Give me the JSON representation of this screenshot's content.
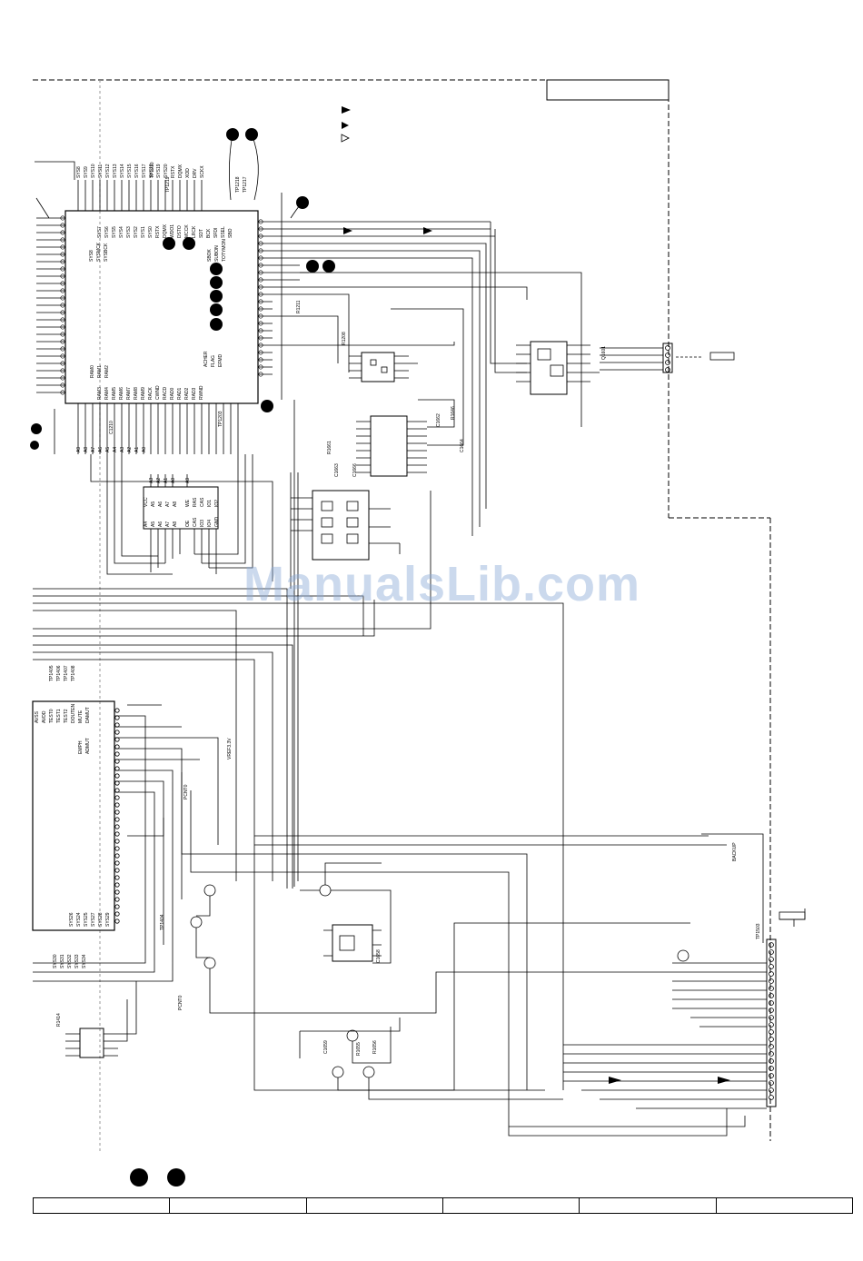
{
  "watermark": "ManualsLib.com",
  "ic_main": {
    "top_pins": [
      "SYS8",
      "SYS9",
      "SYS10",
      "SYS11",
      "SYS12",
      "SYS13",
      "SYS14",
      "SYS15",
      "SYS16",
      "SYS17",
      "SYS18",
      "SYS19",
      "SYS20",
      "RSTX",
      "DQMX",
      "XOD",
      "DRV",
      "SCKX"
    ],
    "inner_top": [
      "SYS7",
      "SYS6",
      "SYS5",
      "SYS4",
      "SYS3",
      "SYS2",
      "SYS1",
      "SYS0",
      "RSTX",
      "DQMX",
      "WDO1",
      "DSTO",
      "MCCK",
      "LRCK",
      "SDT",
      "BCK",
      "SFDI",
      "SSEL",
      "SBO"
    ],
    "inner_left": [
      "SYS8",
      "SYSMCK",
      "SYSBCK"
    ],
    "inner_right": [
      "SBOK",
      "SUBON",
      "TOTYMON"
    ],
    "inner_bottom_left": [
      "RAM0",
      "RAM1",
      "RAM2"
    ],
    "inner_bottom": [
      "RAM3",
      "RAM4",
      "RAM5",
      "RAM6",
      "RAM7",
      "RAM8",
      "RAM9",
      "RACK",
      "CWND",
      "RACD",
      "RAD0",
      "RAD1",
      "RAD2",
      "RAD3",
      "RWND"
    ],
    "inner_bottom_right": [
      "ACHER",
      "FLAG",
      "EFMD"
    ],
    "bottom_pins": [
      "A9",
      "A8",
      "A7",
      "A6",
      "A5",
      "A4",
      "A3",
      "A2",
      "A1",
      "A0"
    ],
    "ref_labels": [
      "TP1218",
      "TP1217",
      "TP1210",
      "TP1219",
      "TP1203"
    ]
  },
  "ic_ram": {
    "top": [
      "A3",
      "A2",
      "A1",
      "A0",
      "A9"
    ],
    "left": [
      "VCC",
      "A5",
      "A6",
      "A7",
      "A8"
    ],
    "right": [
      "WE",
      "RAS",
      "CAS",
      "IO1",
      "IO2"
    ],
    "bottom": [
      "A4",
      "A5",
      "A6",
      "A7",
      "A8",
      "OE",
      "CAS",
      "IO3",
      "IO4",
      "GND"
    ]
  },
  "ic_servo": {
    "left_top": [
      "AVSS",
      "AVDD",
      "TEST0",
      "TEST1",
      "TEST2",
      "DOUTEN",
      "MUTE",
      "DAMUT"
    ],
    "left_mid": [
      "EMPH",
      "ADMUT"
    ],
    "left_bottom": [
      "SYS26",
      "SYS24",
      "SYS25",
      "SYS27",
      "SYS28",
      "SYS29"
    ],
    "bottom_labels": [
      "SYS30",
      "SYS31",
      "SYS32",
      "SYS33",
      "SYS34"
    ],
    "tp": [
      "TP1405",
      "TP1406",
      "TP1407",
      "TP1408",
      "TP1404"
    ]
  },
  "refs": {
    "r1": "R1211",
    "r2": "R1208",
    "c1": "C1210",
    "r3": "R1661",
    "c2": "C1663",
    "c3": "C1666",
    "c4": "C1662",
    "r4": "R1646",
    "c5": "C1664",
    "q1": "Q1601",
    "vref": "VREF3.3V",
    "pcnt": "PCNT0",
    "backup": "BACKUP",
    "tp_conn": "TP1503",
    "c6": "C1659",
    "r5": "R1655",
    "r6": "R1656",
    "ic_small": "R1414",
    "cap_small": "C1658"
  },
  "legend": [
    "➡",
    "▶",
    "▷"
  ],
  "footer": [
    "",
    "",
    "",
    "",
    "",
    ""
  ],
  "colors": {
    "line": "#000000",
    "watermark": "#8caad7"
  }
}
